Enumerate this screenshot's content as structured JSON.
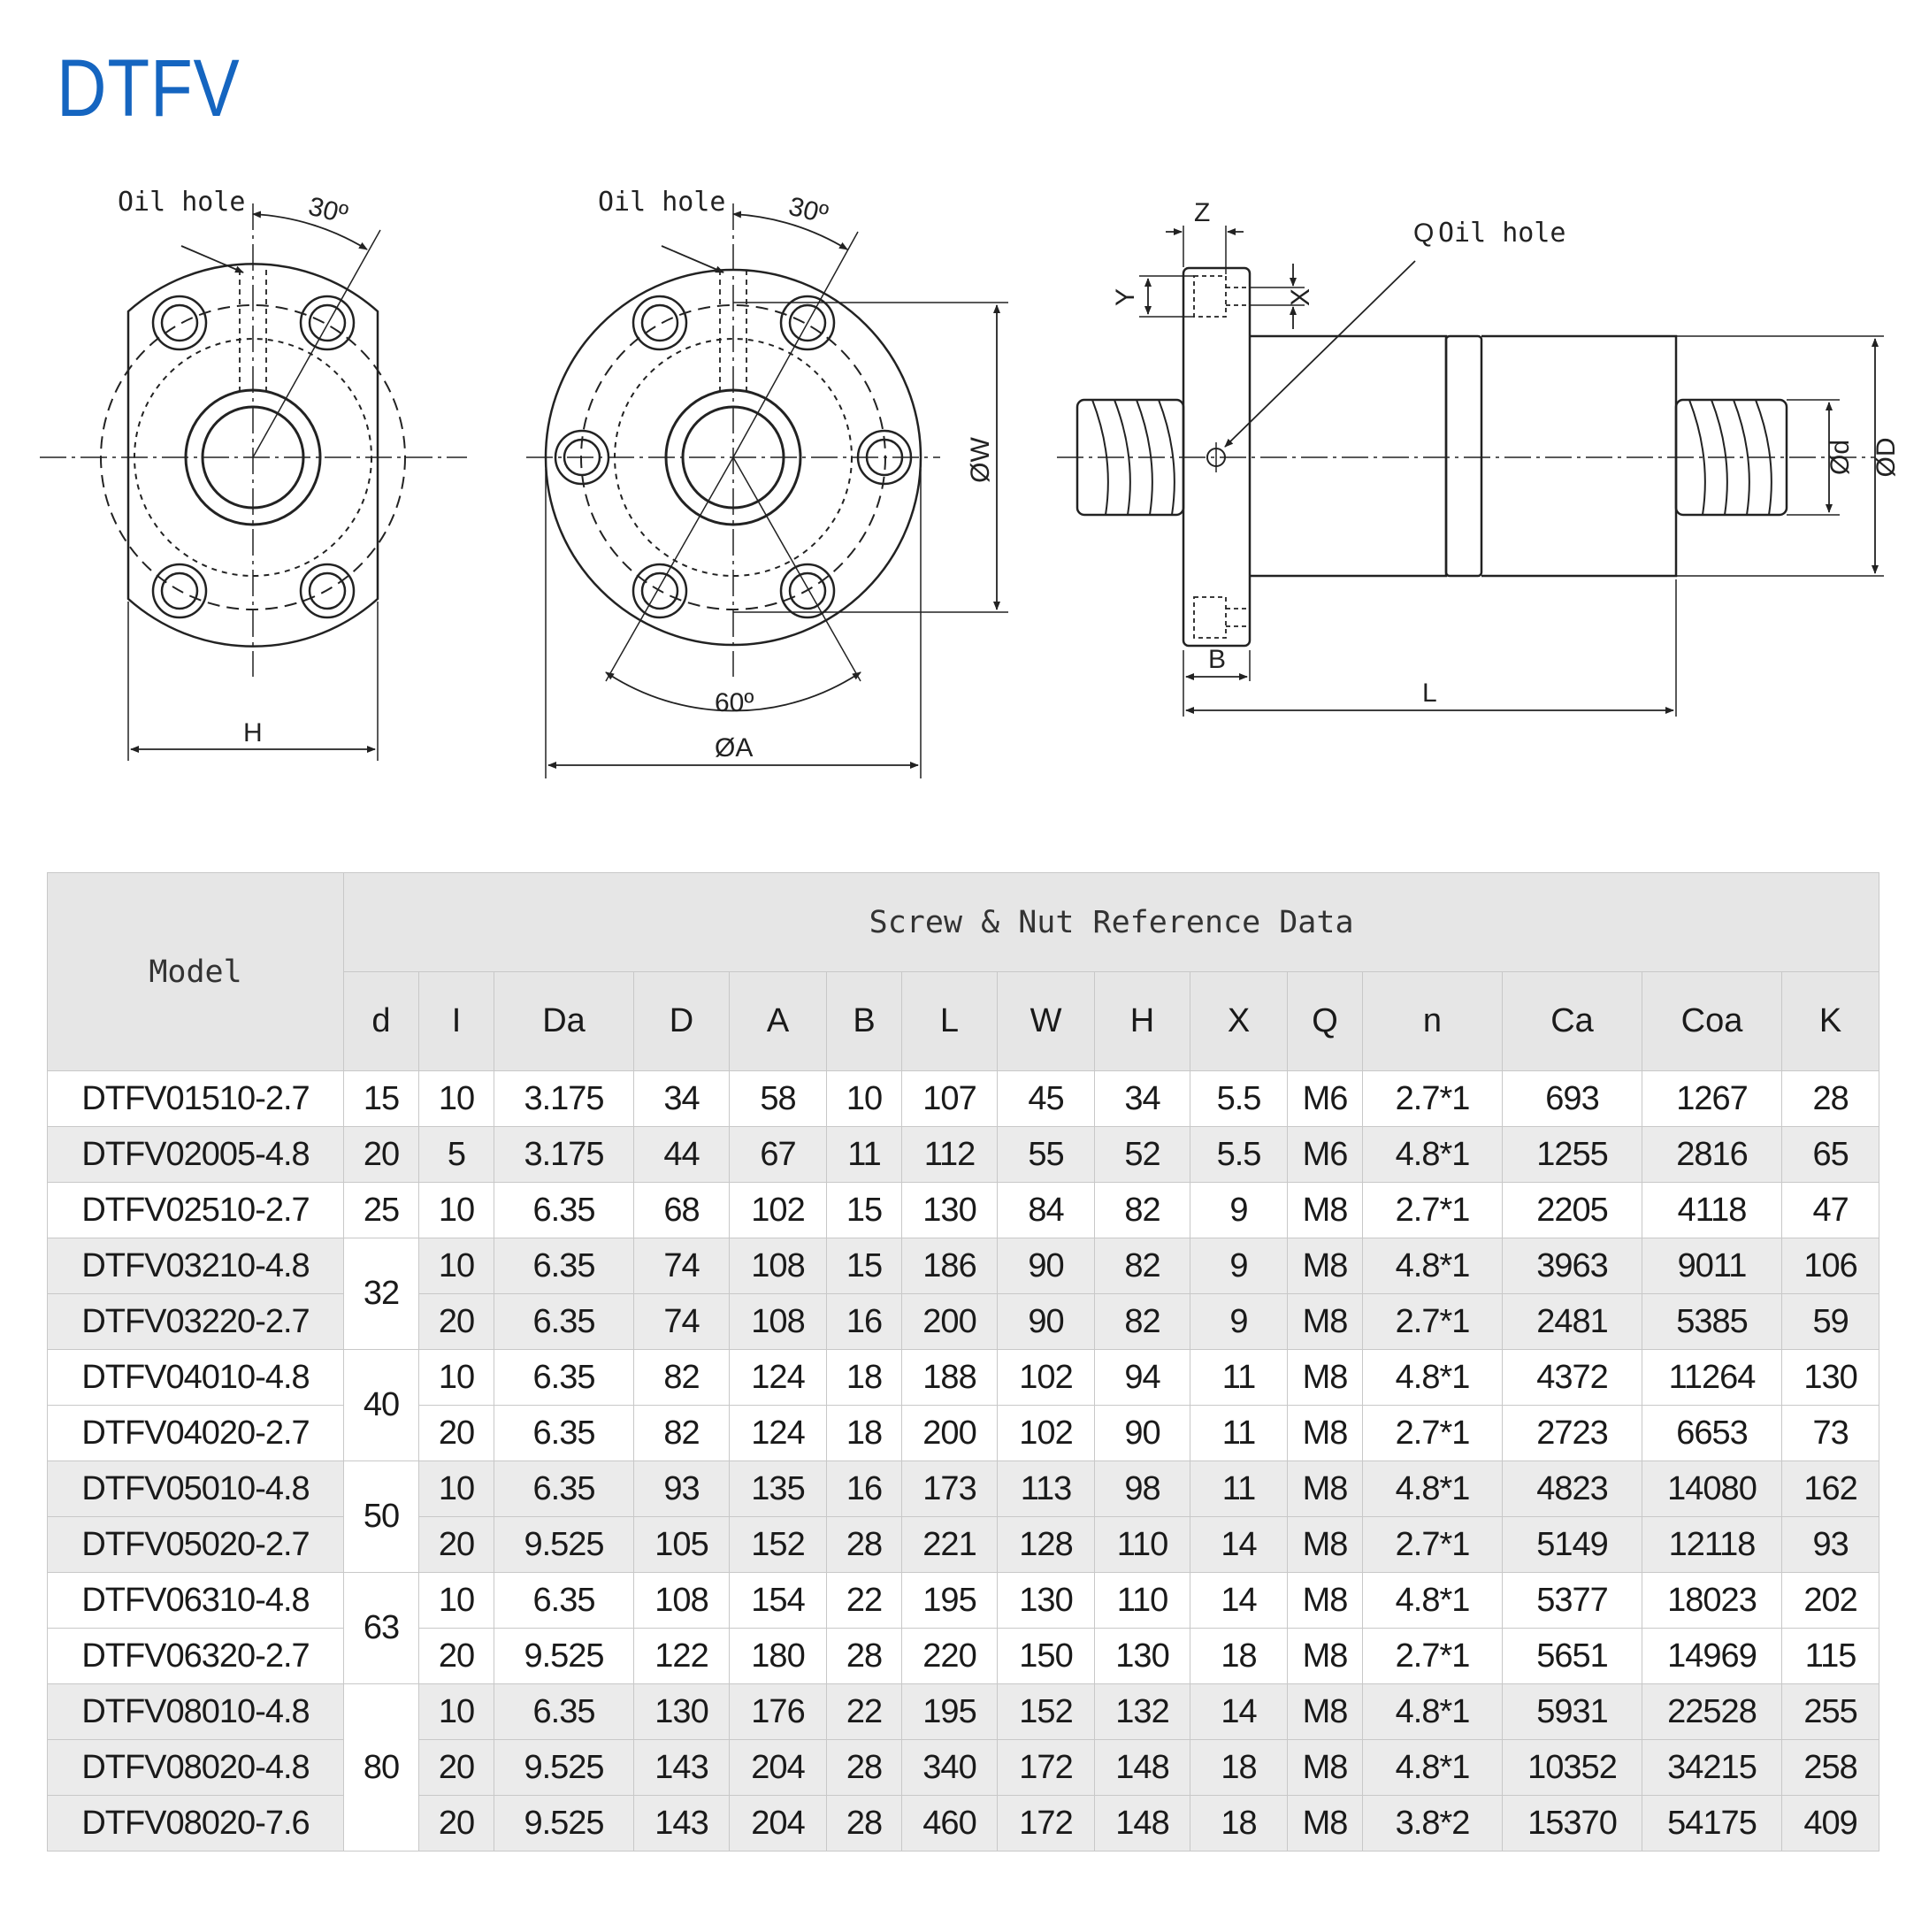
{
  "title": "DTFV",
  "drawing_labels": {
    "oil_hole": "Oil hole",
    "angle30": "30º",
    "angle60": "60º",
    "H": "H",
    "A": "ØA",
    "W": "ØW",
    "Z": "Z",
    "Y": "Y",
    "X": "X",
    "Q_oil_hole": "Q",
    "Q_oil_hole_text": "Oil hole",
    "d": "Ød",
    "D": "ØD",
    "B": "B",
    "L": "L"
  },
  "table": {
    "model_header": "Model",
    "group_header": "Screw & Nut Reference Data",
    "columns": [
      "d",
      "I",
      "Da",
      "D",
      "A",
      "B",
      "L",
      "W",
      "H",
      "X",
      "Q",
      "n",
      "Ca",
      "Coa",
      "K"
    ],
    "rows": [
      {
        "model": "DTFV01510-2.7",
        "d": "15",
        "I": "10",
        "Da": "3.175",
        "D": "34",
        "A": "58",
        "B": "10",
        "L": "107",
        "W": "45",
        "H": "34",
        "X": "5.5",
        "Q": "M6",
        "n": "2.7*1",
        "Ca": "693",
        "Coa": "1267",
        "K": "28"
      },
      {
        "model": "DTFV02005-4.8",
        "d": "20",
        "I": "5",
        "Da": "3.175",
        "D": "44",
        "A": "67",
        "B": "11",
        "L": "112",
        "W": "55",
        "H": "52",
        "X": "5.5",
        "Q": "M6",
        "n": "4.8*1",
        "Ca": "1255",
        "Coa": "2816",
        "K": "65"
      },
      {
        "model": "DTFV02510-2.7",
        "d": "25",
        "I": "10",
        "Da": "6.35",
        "D": "68",
        "A": "102",
        "B": "15",
        "L": "130",
        "W": "84",
        "H": "82",
        "X": "9",
        "Q": "M8",
        "n": "2.7*1",
        "Ca": "2205",
        "Coa": "4118",
        "K": "47"
      },
      {
        "model": "DTFV03210-4.8",
        "d": "32",
        "I": "10",
        "Da": "6.35",
        "D": "74",
        "A": "108",
        "B": "15",
        "L": "186",
        "W": "90",
        "H": "82",
        "X": "9",
        "Q": "M8",
        "n": "4.8*1",
        "Ca": "3963",
        "Coa": "9011",
        "K": "106"
      },
      {
        "model": "DTFV03220-2.7",
        "d": "",
        "I": "20",
        "Da": "6.35",
        "D": "74",
        "A": "108",
        "B": "16",
        "L": "200",
        "W": "90",
        "H": "82",
        "X": "9",
        "Q": "M8",
        "n": "2.7*1",
        "Ca": "2481",
        "Coa": "5385",
        "K": "59"
      },
      {
        "model": "DTFV04010-4.8",
        "d": "40",
        "I": "10",
        "Da": "6.35",
        "D": "82",
        "A": "124",
        "B": "18",
        "L": "188",
        "W": "102",
        "H": "94",
        "X": "11",
        "Q": "M8",
        "n": "4.8*1",
        "Ca": "4372",
        "Coa": "11264",
        "K": "130"
      },
      {
        "model": "DTFV04020-2.7",
        "d": "",
        "I": "20",
        "Da": "6.35",
        "D": "82",
        "A": "124",
        "B": "18",
        "L": "200",
        "W": "102",
        "H": "90",
        "X": "11",
        "Q": "M8",
        "n": "2.7*1",
        "Ca": "2723",
        "Coa": "6653",
        "K": "73"
      },
      {
        "model": "DTFV05010-4.8",
        "d": "50",
        "I": "10",
        "Da": "6.35",
        "D": "93",
        "A": "135",
        "B": "16",
        "L": "173",
        "W": "113",
        "H": "98",
        "X": "11",
        "Q": "M8",
        "n": "4.8*1",
        "Ca": "4823",
        "Coa": "14080",
        "K": "162"
      },
      {
        "model": "DTFV05020-2.7",
        "d": "",
        "I": "20",
        "Da": "9.525",
        "D": "105",
        "A": "152",
        "B": "28",
        "L": "221",
        "W": "128",
        "H": "110",
        "X": "14",
        "Q": "M8",
        "n": "2.7*1",
        "Ca": "5149",
        "Coa": "12118",
        "K": "93"
      },
      {
        "model": "DTFV06310-4.8",
        "d": "63",
        "I": "10",
        "Da": "6.35",
        "D": "108",
        "A": "154",
        "B": "22",
        "L": "195",
        "W": "130",
        "H": "110",
        "X": "14",
        "Q": "M8",
        "n": "4.8*1",
        "Ca": "5377",
        "Coa": "18023",
        "K": "202"
      },
      {
        "model": "DTFV06320-2.7",
        "d": "",
        "I": "20",
        "Da": "9.525",
        "D": "122",
        "A": "180",
        "B": "28",
        "L": "220",
        "W": "150",
        "H": "130",
        "X": "18",
        "Q": "M8",
        "n": "2.7*1",
        "Ca": "5651",
        "Coa": "14969",
        "K": "115"
      },
      {
        "model": "DTFV08010-4.8",
        "d": "80",
        "I": "10",
        "Da": "6.35",
        "D": "130",
        "A": "176",
        "B": "22",
        "L": "195",
        "W": "152",
        "H": "132",
        "X": "14",
        "Q": "M8",
        "n": "4.8*1",
        "Ca": "5931",
        "Coa": "22528",
        "K": "255"
      },
      {
        "model": "DTFV08020-4.8",
        "d": "",
        "I": "20",
        "Da": "9.525",
        "D": "143",
        "A": "204",
        "B": "28",
        "L": "340",
        "W": "172",
        "H": "148",
        "X": "18",
        "Q": "M8",
        "n": "4.8*1",
        "Ca": "10352",
        "Coa": "34215",
        "K": "258"
      },
      {
        "model": "DTFV08020-7.6",
        "d": "",
        "I": "20",
        "Da": "9.525",
        "D": "143",
        "A": "204",
        "B": "28",
        "L": "460",
        "W": "172",
        "H": "148",
        "X": "18",
        "Q": "M8",
        "n": "3.8*2",
        "Ca": "15370",
        "Coa": "54175",
        "K": "409"
      }
    ]
  }
}
